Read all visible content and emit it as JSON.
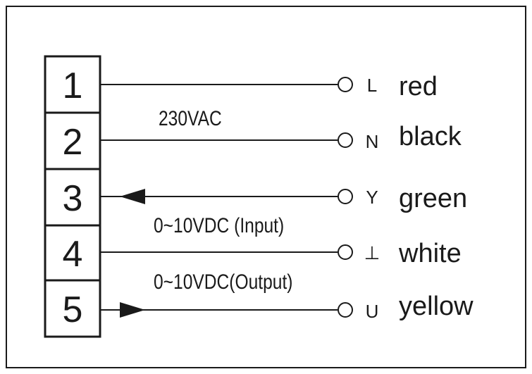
{
  "terminals": [
    {
      "number": "1",
      "pin": "L",
      "color": "red"
    },
    {
      "number": "2",
      "pin": "N",
      "color": "black"
    },
    {
      "number": "3",
      "pin": "Y",
      "color": "green"
    },
    {
      "number": "4",
      "pin": "⊥",
      "color": "white"
    },
    {
      "number": "5",
      "pin": "U",
      "color": "yellow"
    }
  ],
  "signals": {
    "supply": "230VAC",
    "input": "0~10VDC (Input)",
    "output": "0~10VDC(Output)"
  }
}
